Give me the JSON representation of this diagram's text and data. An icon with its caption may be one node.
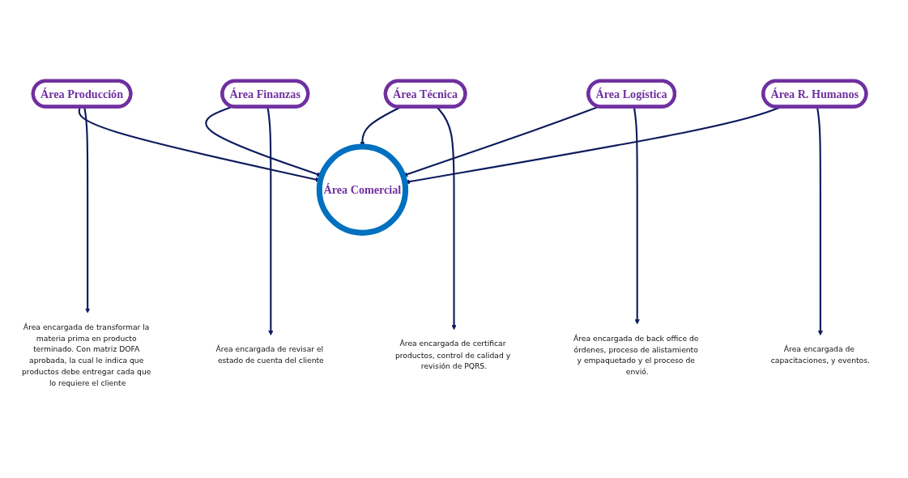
{
  "diagram": {
    "nodes": [
      {
        "text": [
          "Área Comercial"
        ]
      },
      {
        "text": [
          "Área Producción"
        ]
      },
      {
        "text": [
          "Área encargada de transformar la materia prima en producto terminado. Con matriz DOFA aprobada, la cual le indica que productos debe entregar cada que lo requiere el cliente"
        ]
      },
      {
        "text": [
          "Área Finanzas"
        ]
      },
      {
        "text": [
          "Área encargada de revisar el estado de cuenta del cliente"
        ]
      },
      {
        "text": [
          "Área Técnica"
        ]
      },
      {
        "text": [
          "Área encargada de certificar productos, control de calidad y revisión de PQRS."
        ]
      },
      {
        "text": [
          "Área Logística"
        ]
      },
      {
        "text": [
          "Área encargada de back office de órdenes, proceso de alistamiento y empaquetado y el proceso de envió."
        ]
      },
      {
        "text": [
          "Área R. Humanos"
        ]
      },
      {
        "text": [
          "Área encargada de capacitaciones, y eventos."
        ]
      }
    ],
    "edges": [
      {
        "from": 1,
        "to": 0,
        "arrow": "to"
      },
      {
        "from": 3,
        "to": 0,
        "arrow": "to"
      },
      {
        "from": 5,
        "to": 0,
        "arrow": "to"
      },
      {
        "from": 7,
        "to": 0,
        "arrow": "to"
      },
      {
        "from": 9,
        "to": 0,
        "arrow": "to"
      },
      {
        "from": 1,
        "to": 2,
        "arrow": "to"
      },
      {
        "from": 3,
        "to": 4,
        "arrow": "to"
      },
      {
        "from": 5,
        "to": 6,
        "arrow": "to"
      },
      {
        "from": 7,
        "to": 8,
        "arrow": "to"
      },
      {
        "from": 9,
        "to": 10,
        "arrow": "to"
      }
    ]
  }
}
